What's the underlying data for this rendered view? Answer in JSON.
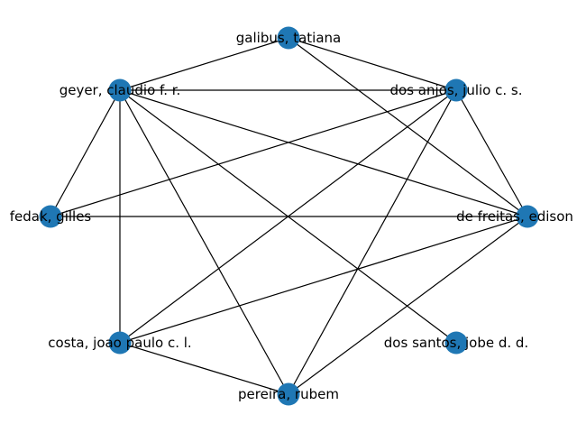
{
  "graph": {
    "node_color": "#1f77b4",
    "edge_color": "#000000",
    "nodes": [
      {
        "id": "galibus",
        "label": "galibus, tatiana"
      },
      {
        "id": "dos_anjos",
        "label": "dos anjos, julio c. s."
      },
      {
        "id": "de_freitas",
        "label": "de freitas, edison pig"
      },
      {
        "id": "dos_santos",
        "label": "dos santos, jobe d. d."
      },
      {
        "id": "pereira",
        "label": "pereira, rubem"
      },
      {
        "id": "costa",
        "label": "costa, joao paulo c. l."
      },
      {
        "id": "fedak",
        "label": "fedak, gilles"
      },
      {
        "id": "geyer",
        "label": "geyer, claudio f. r."
      }
    ],
    "edges": [
      [
        "galibus",
        "geyer"
      ],
      [
        "galibus",
        "dos_anjos"
      ],
      [
        "galibus",
        "de_freitas"
      ],
      [
        "geyer",
        "dos_anjos"
      ],
      [
        "geyer",
        "fedak"
      ],
      [
        "geyer",
        "costa"
      ],
      [
        "geyer",
        "pereira"
      ],
      [
        "geyer",
        "de_freitas"
      ],
      [
        "geyer",
        "dos_santos"
      ],
      [
        "dos_anjos",
        "fedak"
      ],
      [
        "dos_anjos",
        "costa"
      ],
      [
        "dos_anjos",
        "pereira"
      ],
      [
        "dos_anjos",
        "de_freitas"
      ],
      [
        "fedak",
        "de_freitas"
      ],
      [
        "de_freitas",
        "costa"
      ],
      [
        "de_freitas",
        "pereira"
      ],
      [
        "costa",
        "pereira"
      ]
    ]
  }
}
